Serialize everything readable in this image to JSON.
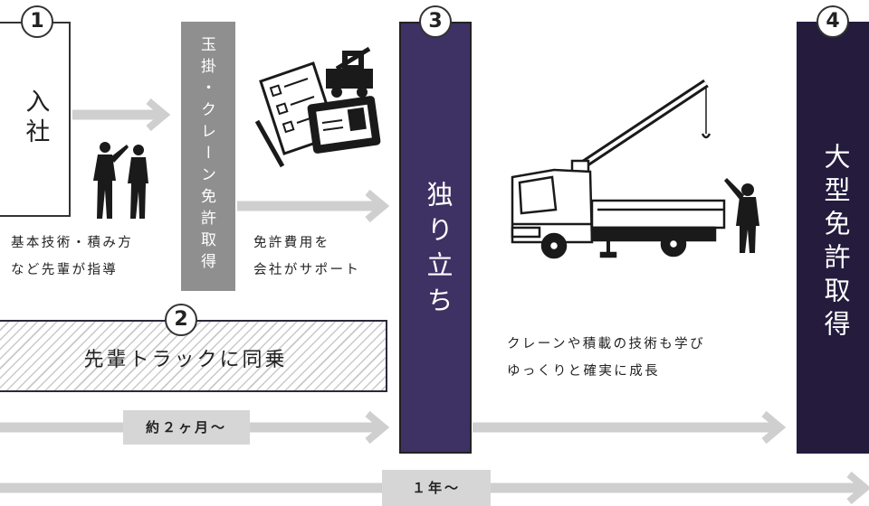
{
  "steps": {
    "step1": {
      "number": "1",
      "title": "入社",
      "caption_lines": [
        "基本技術・積み方",
        "など先輩が指導"
      ]
    },
    "license_course": {
      "title": "玉掛・クレーン免許取得",
      "caption_lines": [
        "免許費用を",
        "会社がサポート"
      ]
    },
    "step2": {
      "number": "2",
      "title": "先輩トラックに同乗",
      "duration": "約２ヶ月～"
    },
    "step3": {
      "number": "3",
      "title": "独り立ち",
      "caption_lines": [
        "クレーンや積載の技術も学び",
        "ゆっくりと確実に成長"
      ]
    },
    "step4": {
      "number": "4",
      "title": "大型免許取得"
    },
    "overall_duration": "１年～"
  },
  "colors": {
    "step3_bg": "#3e3163",
    "step4_bg": "#241b3d",
    "license_bg": "#8f8f8f",
    "arrow": "#cfcfcf"
  },
  "icons": [
    "workers-silhouette-icon",
    "license-documents-icon",
    "crane-truck-illustration",
    "worker-silhouette-icon"
  ]
}
